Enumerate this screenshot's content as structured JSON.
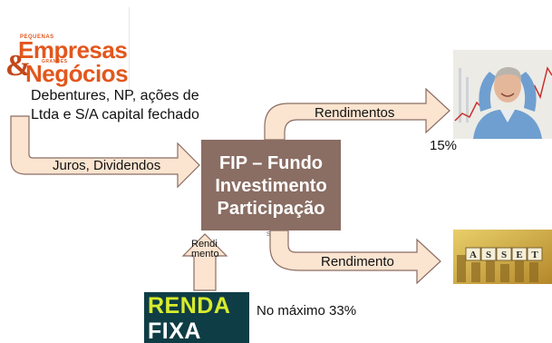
{
  "logo": {
    "line1": "Empresas",
    "ampersand": "&",
    "line2": "Negócios",
    "tag_top": "PEQUENAS",
    "tag_mid": "GRANDES"
  },
  "source_text": "Debentures, NP, ações de Ltda e S/A capital fechado",
  "juros_label": "Juros, Dividendos",
  "fip": {
    "line1": "FIP – Fundo",
    "line2": "Investimento",
    "line3": "Participação",
    "mark": "s"
  },
  "rendimentos_label": "Rendimentos",
  "rendimento_label": "Rendimento",
  "up_label": [
    "Rendi",
    "mento"
  ],
  "pct_15": "15%",
  "max_33": "No máximo 33%",
  "renda_fixa": {
    "line1": "RENDA",
    "line2": "FIXA"
  },
  "asset_blocks": [
    "A",
    "S",
    "S",
    "E",
    "T"
  ],
  "colors": {
    "arrow_fill": "#fbe4d0",
    "arrow_stroke": "#8a6d63",
    "fip_box": "#8a6d63",
    "logo_orange": "#e2571d",
    "renda_bg": "#0f3d45",
    "renda_accent": "#d8ec2c"
  }
}
